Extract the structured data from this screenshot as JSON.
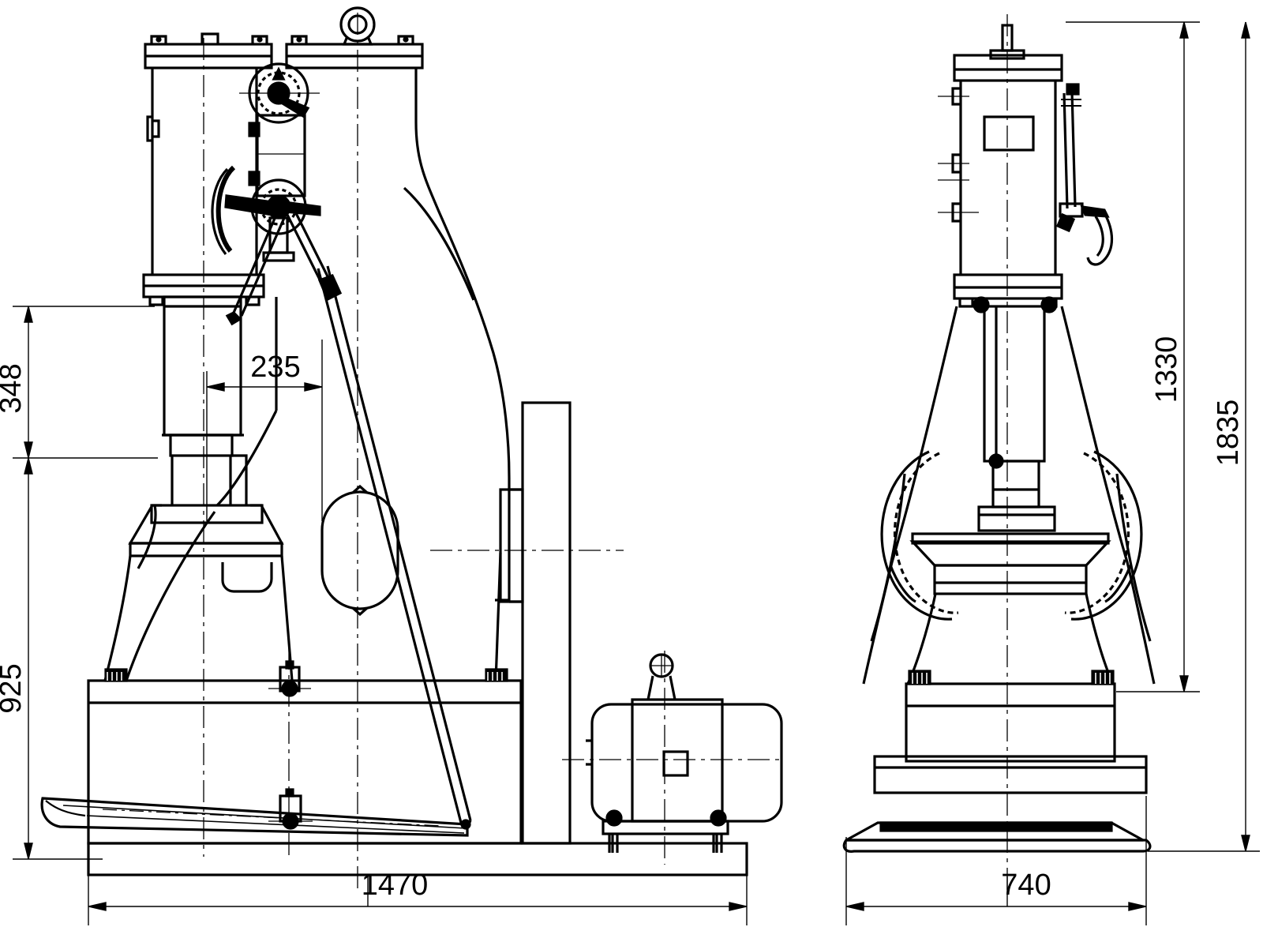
{
  "drawing": {
    "type": "engineering-drawing",
    "subject": "power forging hammer",
    "background_color": "#ffffff",
    "line_color": "#000000",
    "views": [
      {
        "id": "side-elevation",
        "name": "Side elevation (left view)"
      },
      {
        "id": "front-elevation",
        "name": "Front elevation (right view)"
      }
    ]
  },
  "dimensions": {
    "height_upper": "348",
    "offset_horizontal": "235",
    "height_lower": "925",
    "overall_length": "1470",
    "height_anvil_top": "1330",
    "overall_height": "1835",
    "overall_width": "740"
  },
  "dimension_list": [
    {
      "value": "348",
      "view": "side-elevation",
      "orientation": "vertical"
    },
    {
      "value": "235",
      "view": "side-elevation",
      "orientation": "horizontal"
    },
    {
      "value": "925",
      "view": "side-elevation",
      "orientation": "vertical"
    },
    {
      "value": "1470",
      "view": "side-elevation",
      "orientation": "horizontal"
    },
    {
      "value": "1330",
      "view": "front-elevation",
      "orientation": "vertical"
    },
    {
      "value": "1835",
      "view": "front-elevation",
      "orientation": "vertical"
    },
    {
      "value": "740",
      "view": "front-elevation",
      "orientation": "horizontal"
    }
  ],
  "components": {
    "cylinder_head": "cylinder-head-assembly",
    "top_flange": "top-flange-plate",
    "lifting_eye": "lifting-eye-bolt",
    "handwheel": "control-handwheel",
    "crank_linkage": "crank-linkage-arm",
    "ram_guide": "ram-guide-column",
    "anvil": "anvil-block",
    "base_plate": "base-plate",
    "treadle": "foot-treadle-lever",
    "motor": "electric-motor",
    "belt": "drive-belt",
    "tie_rod": "tie-rod"
  }
}
